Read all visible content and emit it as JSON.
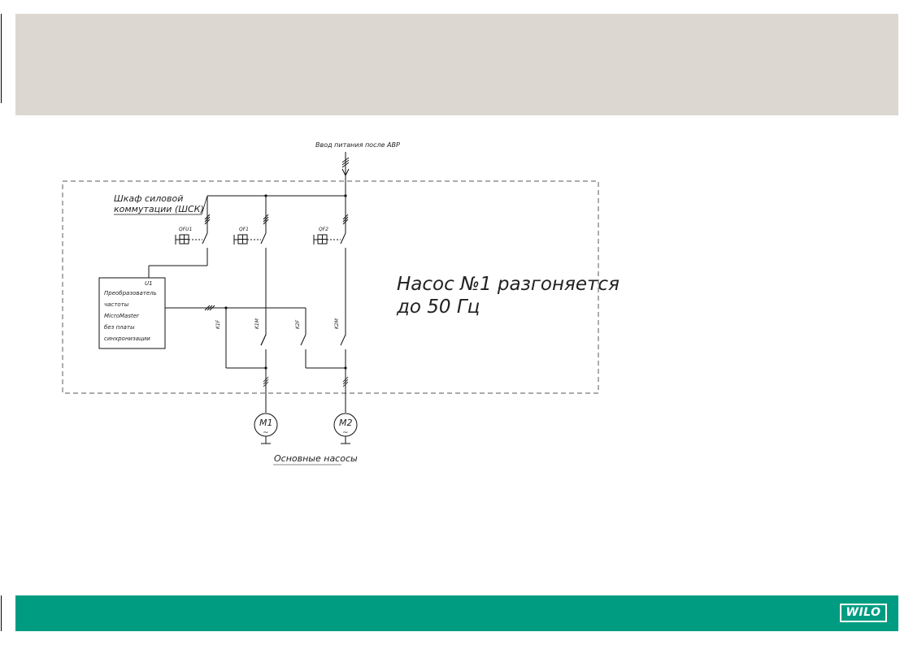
{
  "diagram": {
    "power_input_label": "Ввод питания после АВР",
    "cabinet_label_line1": "Шкаф силовой",
    "cabinet_label_line2": "коммутации (ШСК)",
    "breakers": {
      "qfu1": "QFU1",
      "qf1": "QF1",
      "qf2": "QF2"
    },
    "converter": {
      "id": "U1",
      "lines": [
        "Преобразователь",
        "частоты",
        "MicroMaster",
        "без платы",
        "синхронизации"
      ]
    },
    "contactors": {
      "k1f": "K1F",
      "k1m": "K1M",
      "k2f": "K2F",
      "k2m": "K2M"
    },
    "motors": {
      "m1": "M1",
      "m2": "M2",
      "symbol": "~"
    },
    "pumps_label": "Основные насосы",
    "status_line1": "Насос №1 разгоняется",
    "status_line2": "до 50 Гц"
  },
  "footer": {
    "logo": "WILO"
  },
  "colors": {
    "top_band": "#dcd8d1",
    "bottom_band": "#009c82",
    "dashed_border": "#777777"
  }
}
